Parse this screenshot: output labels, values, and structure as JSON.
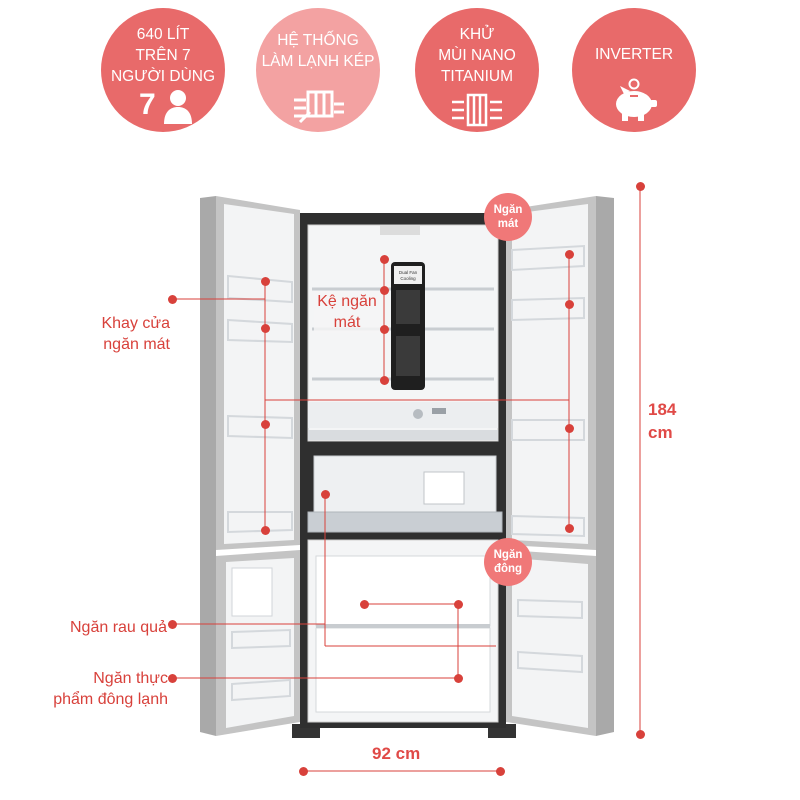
{
  "features": [
    {
      "lines": [
        "640 LÍT",
        "TRÊN 7",
        "NGƯỜI DÙNG"
      ],
      "badge": "7",
      "icon": "person-icon",
      "color": "#e86a6a"
    },
    {
      "lines": [
        "HỆ THỐNG",
        "LÀM LẠNH KÉP"
      ],
      "icon": "dual-cooling-icon",
      "color": "#f3a2a2"
    },
    {
      "lines": [
        "KHỬ",
        "MÙI NANO",
        "TITANIUM"
      ],
      "icon": "nano-filter-icon",
      "color": "#e86a6a"
    },
    {
      "lines": [
        "INVERTER"
      ],
      "icon": "piggy-bank-icon",
      "color": "#e86a6a"
    }
  ],
  "bubbles": {
    "fridge": [
      "Ngăn",
      "mát"
    ],
    "freezer": [
      "Ngăn",
      "đông"
    ]
  },
  "callouts": {
    "door_tray": [
      "Khay cửa",
      "ngăn mát"
    ],
    "shelf": [
      "Kệ ngăn",
      "mát"
    ],
    "veg_drawer": "Ngăn rau quả",
    "frozen_food": [
      "Ngăn thực",
      "phẩm đông lạnh"
    ]
  },
  "dimensions": {
    "height": [
      "184",
      "cm"
    ],
    "width": "92 cm"
  },
  "fridge_panel_text": [
    "Dual Fan",
    "Cooling"
  ],
  "colors": {
    "accent": "#d8413b",
    "circle": "#e86a6a",
    "circle_light": "#f3a2a2"
  }
}
